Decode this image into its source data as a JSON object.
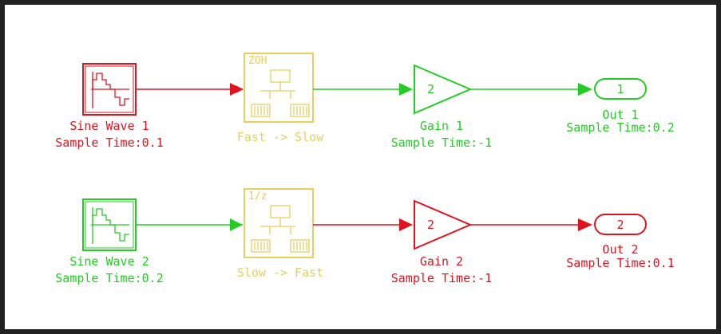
{
  "colors": {
    "red": "#e0141e",
    "green": "#22cc22",
    "yellow": "#e6cf5a",
    "frame": "#222222"
  },
  "row1": {
    "source": {
      "name": "Sine Wave 1",
      "sample_time": "Sample Time:0.1",
      "color": "red",
      "icon": "sine-wave-icon"
    },
    "transition": {
      "badge": "ZOH",
      "name": "Fast -> Slow",
      "color": "yellow",
      "icon": "rate-transition-icon"
    },
    "gain": {
      "value": "2",
      "name": "Gain 1",
      "sample_time": "Sample Time:-1",
      "color": "green"
    },
    "outport": {
      "number": "1",
      "name": "Out 1",
      "sample_time": "Sample Time:0.2",
      "color": "green"
    }
  },
  "row2": {
    "source": {
      "name": "Sine Wave 2",
      "sample_time": "Sample Time:0.2",
      "color": "green",
      "icon": "sine-wave-icon"
    },
    "transition": {
      "badge": "1/z",
      "name": "Slow -> Fast",
      "color": "yellow",
      "icon": "rate-transition-icon"
    },
    "gain": {
      "value": "2",
      "name": "Gain 2",
      "sample_time": "Sample Time:-1",
      "color": "red"
    },
    "outport": {
      "number": "2",
      "name": "Out 2",
      "sample_time": "Sample Time:0.1",
      "color": "red"
    }
  }
}
